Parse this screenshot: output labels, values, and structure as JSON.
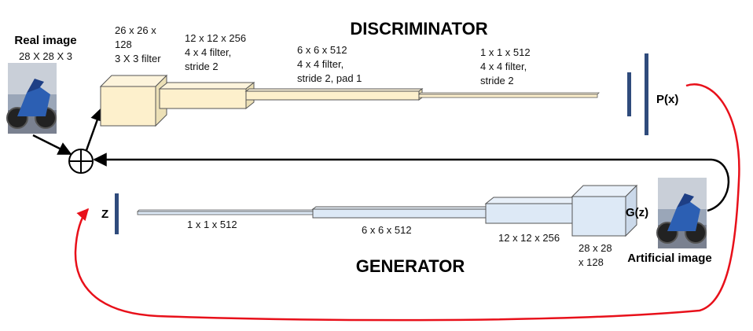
{
  "discriminator": {
    "title": "DISCRIMINATOR",
    "layer1": [
      "26 x 26 x",
      "128",
      "3 X 3 filter"
    ],
    "layer2": [
      "12 x 12 x 256",
      "4 x 4 filter,",
      "stride 2"
    ],
    "layer3": [
      "6 x 6 x 512",
      "4 x 4 filter,",
      "stride 2, pad 1"
    ],
    "layer4": [
      "1 x 1 x 512",
      "4 x 4 filter,",
      "stride 2"
    ],
    "output_label": "P(x)"
  },
  "generator": {
    "title": "GENERATOR",
    "input_label": "Z",
    "layer1": "1 x 1 x 512",
    "layer2": "6 x 6 x 512",
    "layer3": "12 x 12 x 256",
    "layer4": [
      "28 x 28",
      "x 128"
    ],
    "output_label": "G(z)"
  },
  "real_image": {
    "title": "Real image",
    "size": "28 X 28 X 3"
  },
  "artificial_image": {
    "title": "Artificial image"
  },
  "colors": {
    "box_fill": "#fdf0cc",
    "box_side": "#ece0b6",
    "box_top": "#fdf4dc",
    "gen_fill": "#dde9f6",
    "gen_side": "#cbd9ea",
    "gen_top": "#e8f0f9",
    "bar": "#2f4b7c",
    "feedback_arrow": "#e8101a",
    "arrow": "#000000"
  }
}
